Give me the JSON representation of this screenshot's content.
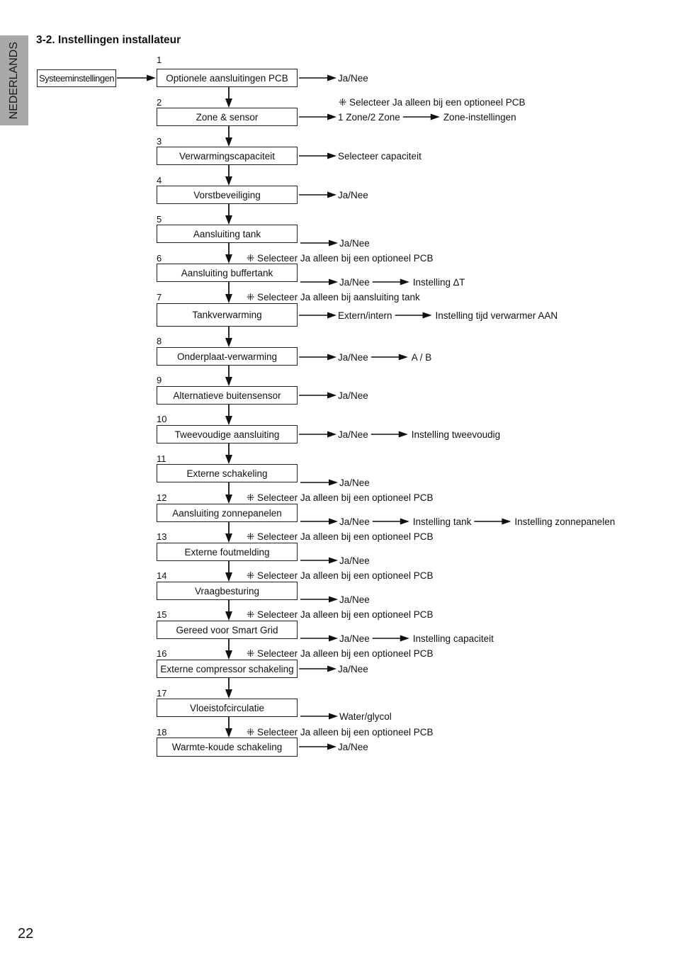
{
  "side_tab": {
    "label": "NEDERLANDS"
  },
  "section": {
    "title": "3-2. Instellingen installateur"
  },
  "page": {
    "number": "22"
  },
  "start": {
    "label": "Systeeminstellingen"
  },
  "steps": [
    {
      "number": "1",
      "label": "Optionele aansluitingen PCB",
      "outputs": [
        "Ja/Nee"
      ]
    },
    {
      "number": "2",
      "label": "Zone & sensor",
      "note": "⁜ Selecteer Ja alleen bij een optioneel PCB",
      "outputs": [
        "1 Zone/2 Zone",
        "Zone-instellingen"
      ]
    },
    {
      "number": "3",
      "label": "Verwarmingscapaciteit",
      "outputs": [
        "Selecteer capaciteit"
      ]
    },
    {
      "number": "4",
      "label": "Vorstbeveiliging",
      "outputs": [
        "Ja/Nee"
      ]
    },
    {
      "number": "5",
      "label": "Aansluiting tank",
      "outputs": [
        "Ja/Nee"
      ]
    },
    {
      "number": "6",
      "label": "Aansluiting buffertank",
      "note": "⁜ Selecteer Ja alleen bij een optioneel PCB",
      "outputs": [
        "Ja/Nee",
        "Instelling ∆T"
      ]
    },
    {
      "number": "7",
      "label": "Tankverwarming",
      "note": "⁜ Selecteer Ja alleen bij aansluiting tank",
      "outputs": [
        "Extern/intern",
        "Instelling tijd verwarmer AAN"
      ]
    },
    {
      "number": "8",
      "label": "Onderplaat-verwarming",
      "outputs": [
        "Ja/Nee",
        "A / B"
      ]
    },
    {
      "number": "9",
      "label": "Alternatieve buitensensor",
      "outputs": [
        "Ja/Nee"
      ]
    },
    {
      "number": "10",
      "label": "Tweevoudige aansluiting",
      "outputs": [
        "Ja/Nee",
        "Instelling tweevoudig"
      ]
    },
    {
      "number": "11",
      "label": "Externe schakeling",
      "outputs": [
        "Ja/Nee"
      ]
    },
    {
      "number": "12",
      "label": "Aansluiting zonnepanelen",
      "note": "⁜ Selecteer Ja alleen bij een optioneel PCB",
      "outputs": [
        "Ja/Nee",
        "Instelling tank",
        "Instelling zonnepanelen"
      ]
    },
    {
      "number": "13",
      "label": "Externe foutmelding",
      "note": "⁜ Selecteer Ja alleen bij een optioneel PCB",
      "outputs": [
        "Ja/Nee"
      ]
    },
    {
      "number": "14",
      "label": "Vraagbesturing",
      "note": "⁜ Selecteer Ja alleen bij een optioneel PCB",
      "outputs": [
        "Ja/Nee"
      ]
    },
    {
      "number": "15",
      "label": "Gereed voor Smart Grid",
      "note": "⁜ Selecteer Ja alleen bij een optioneel PCB",
      "outputs": [
        "Ja/Nee",
        "Instelling capaciteit"
      ]
    },
    {
      "number": "16",
      "label": "Externe compressor schakeling",
      "note": "⁜ Selecteer Ja alleen bij een optioneel PCB",
      "outputs": [
        "Ja/Nee"
      ]
    },
    {
      "number": "17",
      "label": "Vloeistofcirculatie",
      "outputs": [
        "Water/glycol"
      ]
    },
    {
      "number": "18",
      "label": "Warmte-koude schakeling",
      "note": "⁜ Selecteer Ja alleen bij een optioneel PCB",
      "outputs": [
        "Ja/Nee"
      ]
    }
  ]
}
